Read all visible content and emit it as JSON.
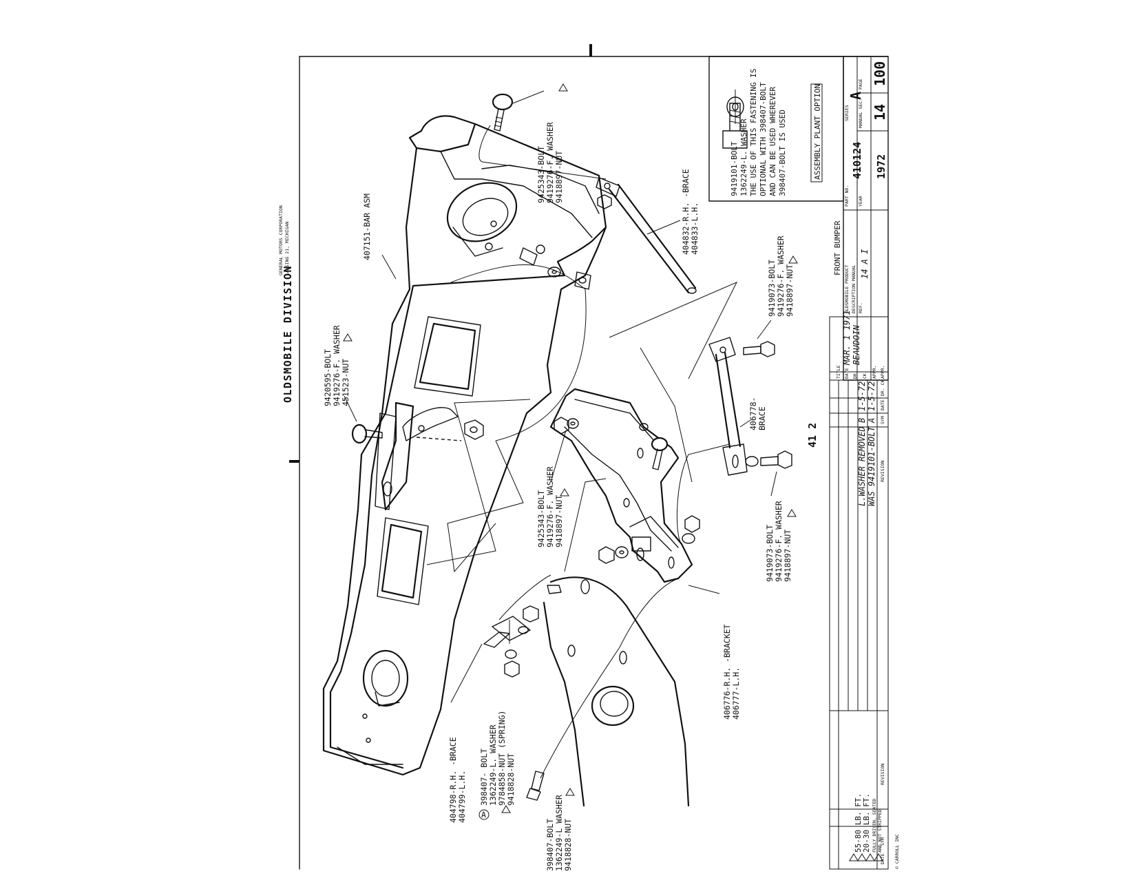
{
  "header": {
    "division": "OLDSMOBILE DIVISION",
    "corporation": "GENERAL MOTORS CORPORATION",
    "location": "LANSING 21, MICHIGAN"
  },
  "callouts": {
    "top_bolt": [
      "9425343-BOLT",
      "9419276-F. WASHER",
      "9418897-NUT"
    ],
    "rh_brace_top": [
      "404832-R.H. -BRACE",
      "404833-L.H."
    ],
    "bar_asm": [
      "407151-BAR ASM"
    ],
    "left_bolt": [
      "9420595-BOLT",
      "9419276-F. WASHER",
      "451523-NUT"
    ],
    "right_bolt_upper": [
      "9419073-BOLT",
      "9419276-F. WASHER",
      "9418897-NUT"
    ],
    "center_brace": [
      "406778-",
      "BRACE"
    ],
    "center_bolt": [
      "9425343-BOLT",
      "9419276-F. WASHER",
      "9418897-NUT"
    ],
    "right_bolt_lower": [
      "9419073-BOLT",
      "9419276-F. WASHER",
      "9418897-NUT"
    ],
    "bracket": [
      "406776-R.H. -BRACKET",
      "406777-L.H."
    ],
    "lower_brace": [
      "404798-R.H. -BRACE",
      "404799-L.H."
    ],
    "circle_a": [
      "398407- BOLT",
      "1362249-L. WASHER",
      "9784858-NUT (SPRING)",
      "9418828-NUT"
    ],
    "bottom_bolt": [
      "398407-BOLT",
      "1362249-L WASHER",
      "9418828-NUT"
    ],
    "circle_a_marker": "A"
  },
  "center_number": "41 2",
  "inset_note": {
    "lines": [
      "9419101-BOLT",
      "1362249-L. WASHER",
      "THE USE OF THIS FASTENING IS",
      "OPTIONAL WITH 398407-BOLT",
      "AND CAN BE USED WHEREVER",
      "398407-BOLT IS USED"
    ],
    "box": "ASSEMBLY PLANT OPTION"
  },
  "torque_legend": [
    "55-80 LB. FT.",
    "20-30 LB. FT.",
    "FULLY DRIVEN, SEATED",
    "AND NOT STRIPPED"
  ],
  "title_block": {
    "title_label": "TITLE",
    "title": "FRONT BUMPER",
    "product_label": "OLDSMOBILE PRODUCT",
    "manual_label": "DESCRIPTION MANUAL",
    "ref_label": "REF.",
    "ref_value": "14 A I",
    "part_no_label": "PART NO.",
    "part_no": "410124",
    "series_label": "SERIES",
    "series": "A",
    "year_label": "YEAR",
    "year": "1972",
    "manual_sec_label": "MANUAL SEC.",
    "manual_sec": "14",
    "page_label": "PAGE",
    "page": "100",
    "date_label": "DATE",
    "date_value": "MAR. 1 1971",
    "dr_label": "DR.",
    "dr_value": "BEAUDOIN",
    "ck_label": "CK.",
    "appr_label": "APPR.",
    "revision_label": "REVISION",
    "sym_label": "SYM",
    "dr_ck_label": "DR. CK.",
    "revisions": [
      {
        "date": "1-5-72",
        "sym": "B",
        "text": "L.WASHER REMOVED"
      },
      {
        "date": "1-5-72",
        "sym": "A",
        "text": "WAS 9419101-BOLT"
      }
    ]
  },
  "footer": "© CARROLL INC"
}
